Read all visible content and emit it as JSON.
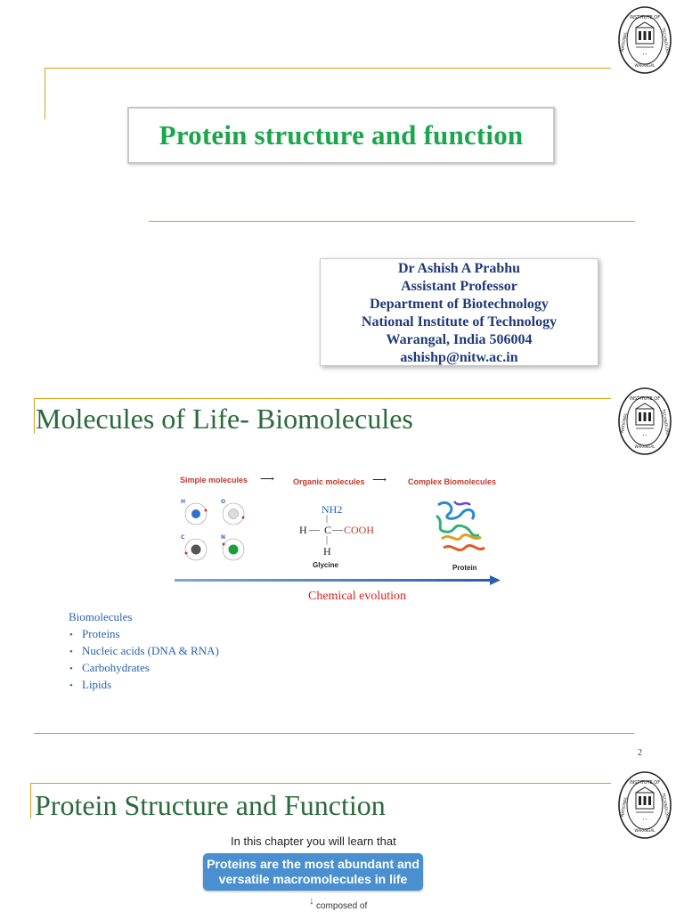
{
  "slide1": {
    "title": "Protein structure and function",
    "author_lines": [
      "Dr Ashish A Prabhu",
      "Assistant Professor",
      "Department of Biotechnology",
      "National Institute of Technology",
      "Warangal, India 506004",
      "ashishp@nitw.ac.in"
    ]
  },
  "emblem": {
    "top_text": "INSTITUTE OF",
    "left_text": "NATIONAL",
    "right_text": "TECHNOLOGY",
    "bottom_text": "WARANGAL"
  },
  "slide2": {
    "title": "Molecules of Life- Biomolecules",
    "figure": {
      "label_simple": "Simple molecules",
      "label_organic": "Organic molecules",
      "label_complex": "Complex Biomolecules",
      "nh2": "NH2",
      "formula_h": "H",
      "formula_c": "C",
      "formula_cooh": "COOH",
      "formula_h2": "H",
      "glycine": "Glycine",
      "protein": "Protein",
      "atom_labels": [
        "H",
        "O",
        "C",
        "N"
      ]
    },
    "evolution_label": "Chemical evolution",
    "biomolecules_heading": "Biomolecules",
    "biomolecules": [
      "Proteins",
      "Nucleic acids (DNA & RNA)",
      "Carbohydrates",
      "Lipids"
    ],
    "page_number": "2"
  },
  "slide3": {
    "title": "Protein Structure and Function",
    "intro": "In this chapter you will learn that",
    "box_line1": "Proteins are the most abundant and",
    "box_line2": "versatile macromolecules in life",
    "composed_of": "composed of"
  },
  "colors": {
    "accent_line": "#d4a017",
    "title_green": "#1aa64a",
    "heading_green": "#2a6a3c",
    "author_blue": "#1f3a78",
    "list_blue": "#2a62b0",
    "evolution_red": "#e02020",
    "box_blue": "#4a90d0"
  }
}
